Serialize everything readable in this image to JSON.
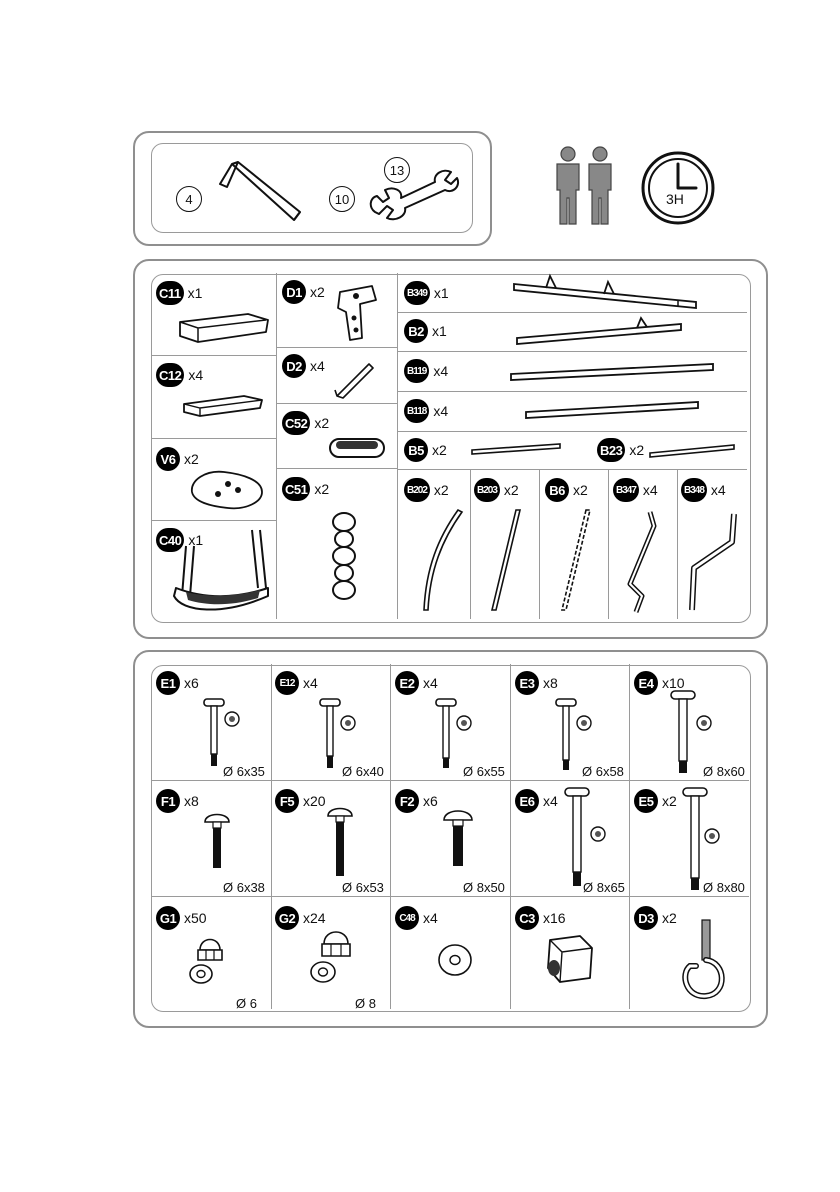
{
  "tools": {
    "hex_key": "4",
    "wrench_small": "10",
    "wrench_large": "13"
  },
  "time": {
    "label": "3H"
  },
  "parts": {
    "c11": {
      "code": "C11",
      "qty": "x1"
    },
    "c12": {
      "code": "C12",
      "qty": "x4"
    },
    "v6": {
      "code": "V6",
      "qty": "x2"
    },
    "c40": {
      "code": "C40",
      "qty": "x1"
    },
    "d1": {
      "code": "D1",
      "qty": "x2"
    },
    "d2": {
      "code": "D2",
      "qty": "x4"
    },
    "c52": {
      "code": "C52",
      "qty": "x2"
    },
    "c51": {
      "code": "C51",
      "qty": "x2"
    },
    "b349": {
      "code": "B349",
      "qty": "x1"
    },
    "b2": {
      "code": "B2",
      "qty": "x1"
    },
    "b119": {
      "code": "B119",
      "qty": "x4"
    },
    "b118": {
      "code": "B118",
      "qty": "x4"
    },
    "b5": {
      "code": "B5",
      "qty": "x2"
    },
    "b23": {
      "code": "B23",
      "qty": "x2"
    },
    "b202": {
      "code": "B202",
      "qty": "x2"
    },
    "b203": {
      "code": "B203",
      "qty": "x2"
    },
    "b6": {
      "code": "B6",
      "qty": "x2"
    },
    "b347": {
      "code": "B347",
      "qty": "x4"
    },
    "b348": {
      "code": "B348",
      "qty": "x4"
    }
  },
  "hardware": {
    "e1": {
      "code": "E1",
      "qty": "x6",
      "size": "Ø 6x35"
    },
    "e12": {
      "code": "E12",
      "qty": "x4",
      "size": "Ø 6x40"
    },
    "e2": {
      "code": "E2",
      "qty": "x4",
      "size": "Ø 6x55"
    },
    "e3": {
      "code": "E3",
      "qty": "x8",
      "size": "Ø 6x58"
    },
    "e4": {
      "code": "E4",
      "qty": "x10",
      "size": "Ø 8x60"
    },
    "f1": {
      "code": "F1",
      "qty": "x8",
      "size": "Ø 6x38"
    },
    "f5": {
      "code": "F5",
      "qty": "x20",
      "size": "Ø 6x53"
    },
    "f2": {
      "code": "F2",
      "qty": "x6",
      "size": "Ø 8x50"
    },
    "e6": {
      "code": "E6",
      "qty": "x4",
      "size": "Ø 8x65"
    },
    "e5": {
      "code": "E5",
      "qty": "x2",
      "size": "Ø 8x80"
    },
    "g1": {
      "code": "G1",
      "qty": "x50",
      "size": "Ø 6"
    },
    "g2": {
      "code": "G2",
      "qty": "x24",
      "size": "Ø 8"
    },
    "c48": {
      "code": "C48",
      "qty": "x4"
    },
    "c3": {
      "code": "C3",
      "qty": "x16"
    },
    "d3": {
      "code": "D3",
      "qty": "x2"
    }
  }
}
